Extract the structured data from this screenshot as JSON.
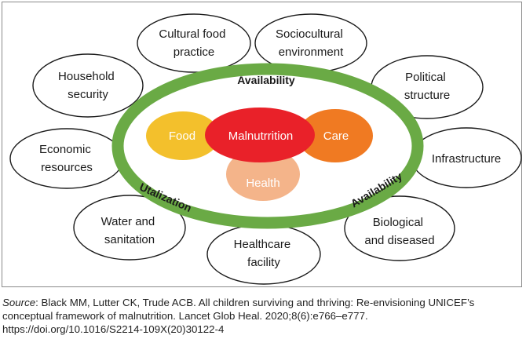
{
  "outer_nodes": [
    {
      "id": "cultural-food-practice",
      "lines": [
        "Cultural food",
        "practice"
      ]
    },
    {
      "id": "sociocultural-environment",
      "lines": [
        "Sociocultural",
        "environment"
      ]
    },
    {
      "id": "household-security",
      "lines": [
        "Household",
        "security"
      ]
    },
    {
      "id": "political-structure",
      "lines": [
        "Political",
        "structure"
      ]
    },
    {
      "id": "economic-resources",
      "lines": [
        "Economic",
        "resources"
      ]
    },
    {
      "id": "infrastructure",
      "lines": [
        "Infrastructure"
      ]
    },
    {
      "id": "water-and-sanitation",
      "lines": [
        "Water and",
        "sanitation"
      ]
    },
    {
      "id": "biological-and-diseased",
      "lines": [
        "Biological",
        "and diseased"
      ]
    },
    {
      "id": "healthcare-facility",
      "lines": [
        "Healthcare",
        "facility"
      ]
    }
  ],
  "ring": {
    "labels": {
      "top": "Availability",
      "left": "Utalization",
      "right": "Availability"
    },
    "color": "#6aaa45"
  },
  "core": {
    "food": "Food",
    "malnutrition": "Malnutrrition",
    "care": "Care",
    "health": "Health",
    "colors": {
      "food": "#f3c02c",
      "malnutrition": "#e92129",
      "care": "#f07a22",
      "health": "#f4b48a"
    }
  },
  "caption": {
    "source_label": "Source",
    "text": ": Black MM, Lutter CK, Trude ACB. All children surviving and thriving: Re-envisioning UNICEF’s conceptual framework of malnutrition. Lancet Glob Heal. 2020;8(6):e766–e777.",
    "doi": "https://doi.org/10.1016/S2214-109X(20)30122-4"
  }
}
